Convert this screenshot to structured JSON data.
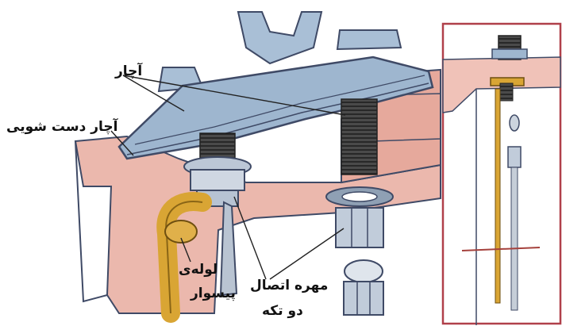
{
  "labels": {
    "achar": "آچار",
    "achar_dast_shuyi": "آچار دست شویی",
    "lule": "لوله‌ی",
    "pisvar": "پیسوار",
    "mohre_ettesal": "مهره اتصال",
    "do_tekke": "دو تکه"
  },
  "colors": {
    "basin_blue": "#9eb6cf",
    "counter_pink": "#e8b2a8",
    "pipe_gold": "#d9a534",
    "nut_dark": "#3a3a3a",
    "outline": "#3f4a66"
  }
}
